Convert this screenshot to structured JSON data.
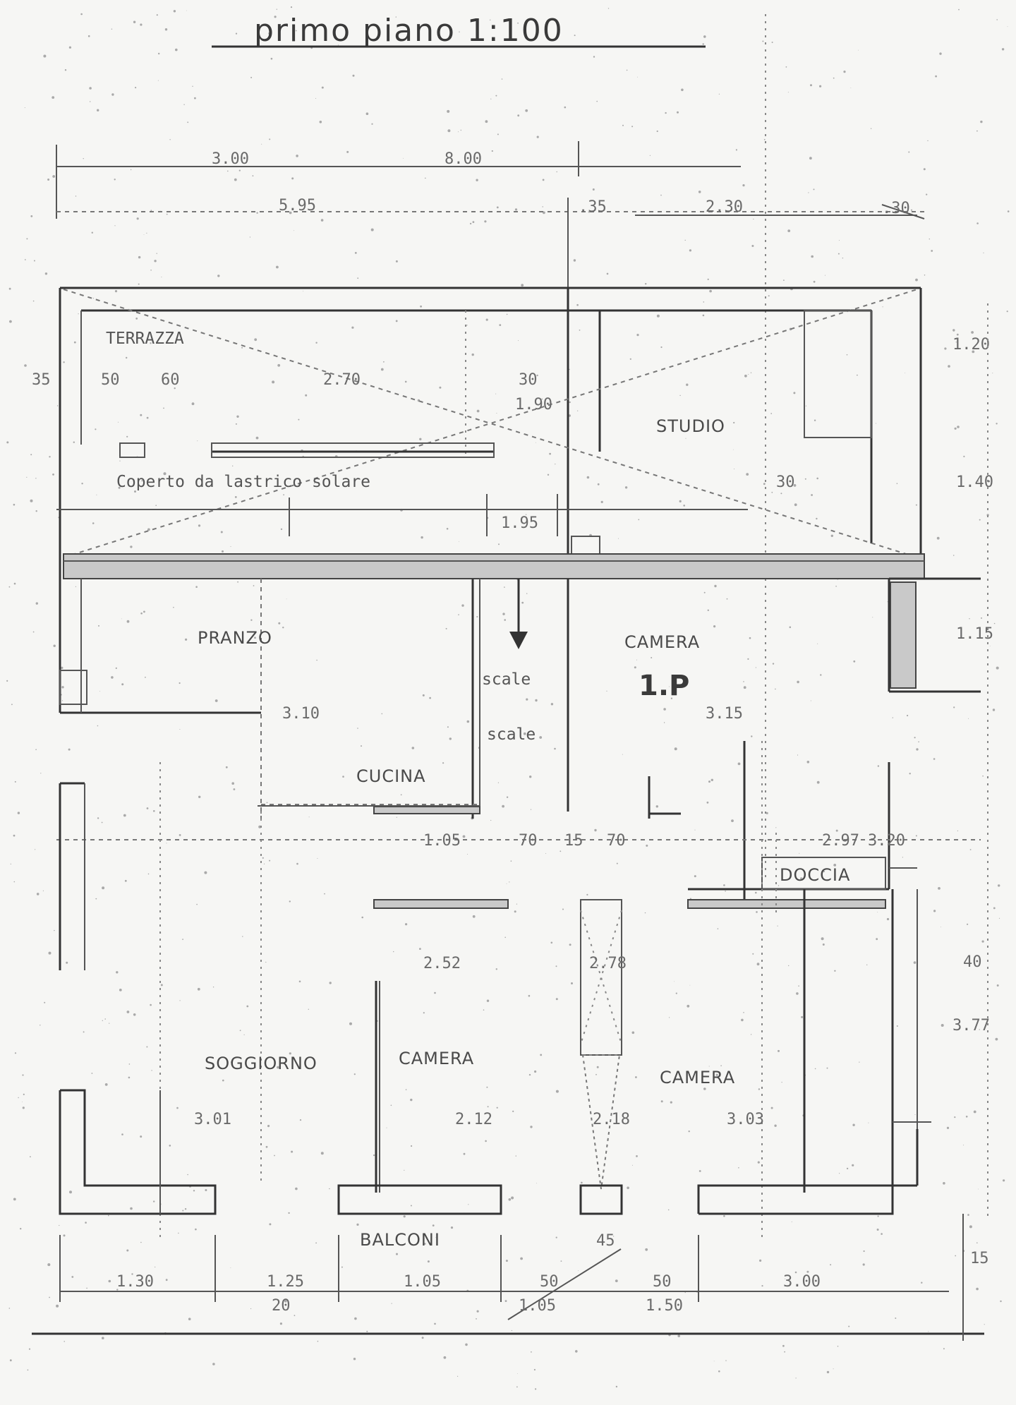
{
  "title": "primo piano 1:100",
  "rooms": {
    "terrazza": "TERRAZZA",
    "coperto_lastrico": "Coperto da lastrico solare",
    "studio": "STUDIO",
    "cucina": "CUCINA",
    "pranzo": "PRANZO",
    "camera_top": "CAMERA",
    "camera_id": "1.P",
    "doccia": "DOCCIA",
    "soggiorno": "SOGGIORNO",
    "camera_mid": "CAMERA",
    "camera_right": "CAMERA",
    "balconi": "BALCONI",
    "scale": "scale"
  },
  "dimensions": {
    "top_total": "8.00",
    "top_left": "3.00",
    "row2_left": "5.95",
    "row2_mid": ".35",
    "row2_right": "2.30",
    "row2_end": ".30",
    "d_50": "50",
    "d_30_a": "30",
    "d_60": "60",
    "d_270": "2.70",
    "d_30_b": "30",
    "d_190": "1.90",
    "d_195": "1.95",
    "d_310": "3.10",
    "d_315": "3.15",
    "d_105": "1.05",
    "d_320": "3.20",
    "d_70a": "70",
    "d_15": "15",
    "d_70b": "70",
    "d_297": "2.97",
    "d_252": "2.52",
    "d_278": "2.78",
    "d_301": "3.01",
    "d_212": "2.12",
    "d_218": "2.18",
    "d_303": "3.03",
    "b_130": "1.30",
    "b_125": "1.25",
    "b_20": "20",
    "b_105": "1.05",
    "b_50a": "50",
    "b_105b": "1.05",
    "b_50b": "50",
    "b_150": "1.50",
    "b_300": "3.00",
    "r_120": "1.20",
    "r_140": "1.40",
    "r_115": "1.15",
    "r_40": "40",
    "r_377": "3.77",
    "r_15": "15"
  }
}
